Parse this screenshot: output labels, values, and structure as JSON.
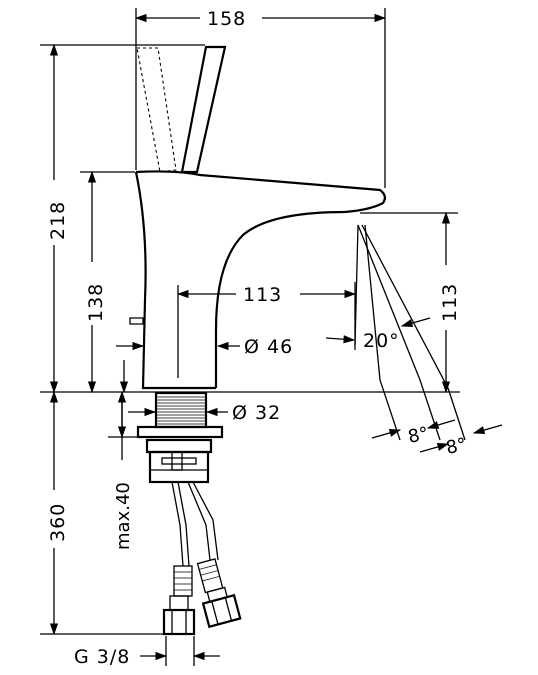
{
  "drawing": {
    "dims": {
      "width_total": "158",
      "height_total": "218",
      "height_spout": "138",
      "spout_reach": "113",
      "spout_height": "113",
      "body_diameter": "Ø 46",
      "shank_diameter": "Ø 32",
      "below_height": "360",
      "max_clamp": "max.40",
      "thread": "G 3/8",
      "angle_spray": "20°",
      "angle_a": "8°",
      "angle_b": "8°"
    }
  }
}
